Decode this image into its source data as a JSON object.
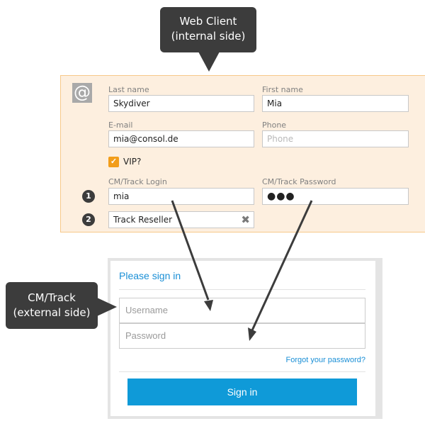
{
  "callouts": {
    "web_client": {
      "line1": "Web Client",
      "line2": "(internal side)"
    },
    "cm_track": {
      "line1": "CM/Track",
      "line2": "(external side)"
    }
  },
  "form": {
    "icon": "at-icon",
    "last_name": {
      "label": "Last name",
      "value": "Skydiver"
    },
    "first_name": {
      "label": "First name",
      "value": "Mia"
    },
    "email": {
      "label": "E-mail",
      "value": "mia@consol.de"
    },
    "phone": {
      "label": "Phone",
      "placeholder": "Phone",
      "value": ""
    },
    "vip": {
      "label": "VIP?",
      "checked": true
    },
    "login": {
      "label": "CM/Track Login",
      "value": "mia",
      "marker": "1"
    },
    "password": {
      "label": "CM/Track Password",
      "value": "●●●"
    },
    "role": {
      "value": "Track Reseller",
      "marker": "2"
    }
  },
  "signin": {
    "title": "Please sign in",
    "username_placeholder": "Username",
    "password_placeholder": "Password",
    "forgot_link": "Forgot your password?",
    "button": "Sign in"
  },
  "colors": {
    "accent": "#1a8fd6",
    "button": "#0f9ad8",
    "checkbox": "#f29d1a",
    "callout": "#3c3c3c",
    "panel": "#fdefdf"
  }
}
